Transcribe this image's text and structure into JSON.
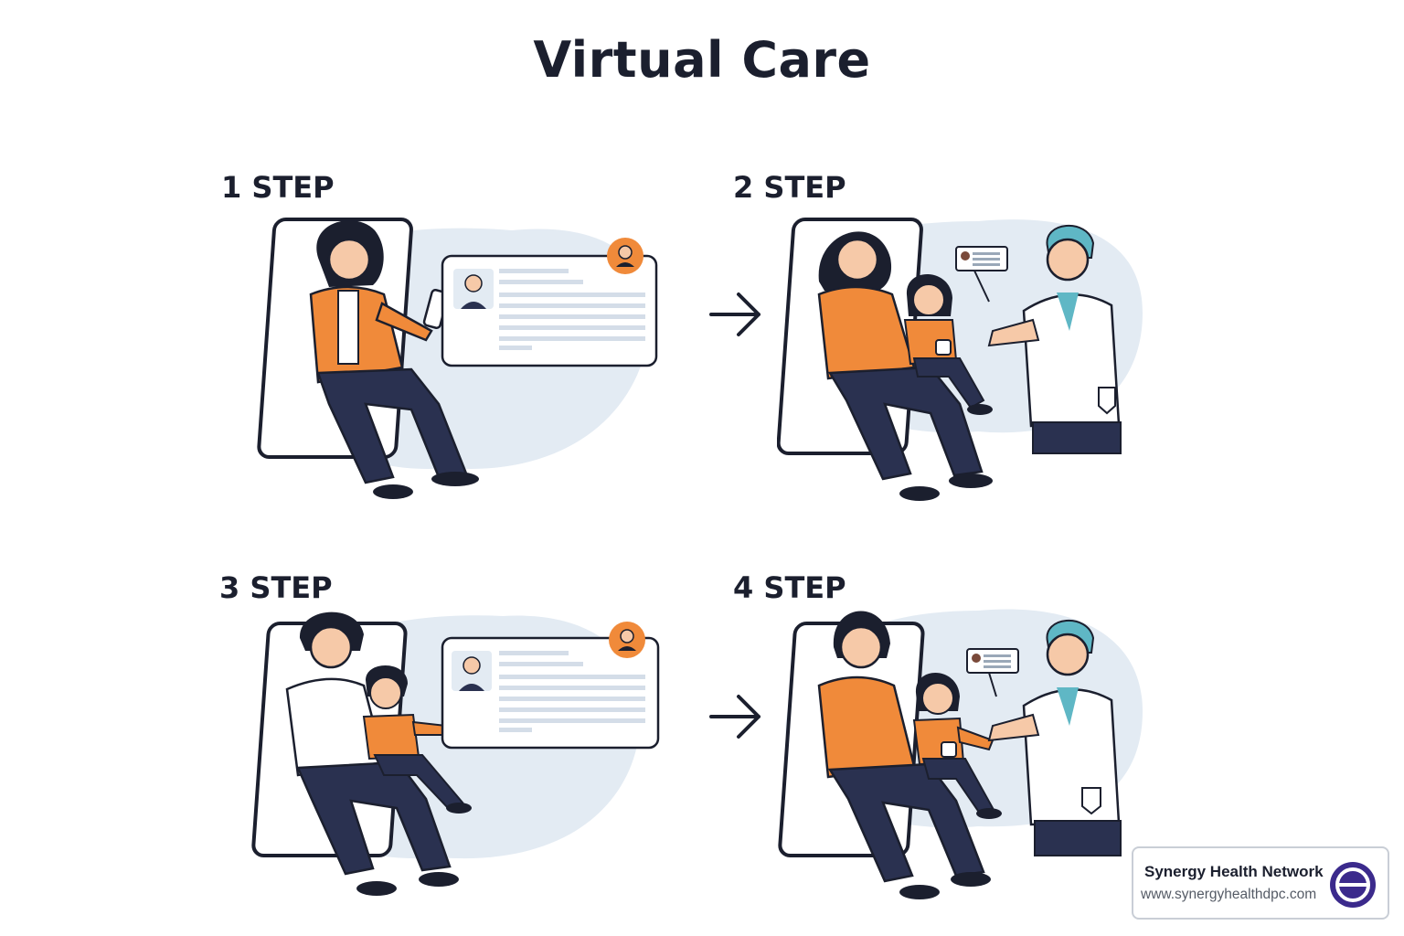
{
  "title": "Virtual Care",
  "steps": [
    {
      "label": "1 STEP"
    },
    {
      "label": "2 STEP"
    },
    {
      "label": "3 STEP"
    },
    {
      "label": "4 STEP"
    }
  ],
  "brand": {
    "name": "Synergy Health Network",
    "url": "www.synergyhealthdpc.com"
  },
  "colors": {
    "accent": "#f08a3a",
    "navy": "#2a3150",
    "blob": "#e3ebf3",
    "outline": "#1b1f2e",
    "teal": "#5fb7c5",
    "brand": "#3b2a8c"
  }
}
